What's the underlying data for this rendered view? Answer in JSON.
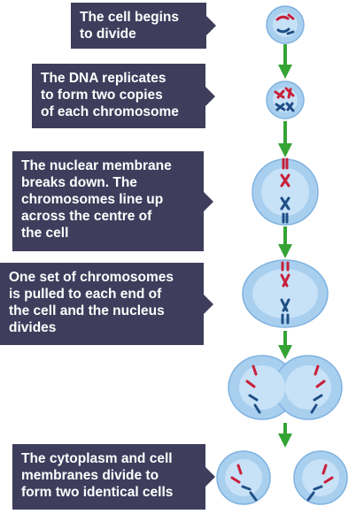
{
  "steps": [
    {
      "lines": [
        "The cell begins",
        "to divide"
      ]
    },
    {
      "lines": [
        "The DNA replicates",
        "to form two copies",
        "of each chromosome"
      ]
    },
    {
      "lines": [
        "The nuclear membrane",
        "breaks down. The",
        "chromosomes line up",
        "across the centre of",
        "the cell"
      ]
    },
    {
      "lines": [
        "One set of chromosomes",
        "is pulled to each end of",
        "the cell and the nucleus",
        "divides"
      ]
    },
    {
      "lines": [
        "The cytoplasm and cell",
        "membranes divide to",
        "form two identical cells"
      ]
    }
  ],
  "colors": {
    "box": "#3e3d5c",
    "box_text": "#ffffff",
    "arrow": "#35a435",
    "cell_fill": "#a9cfef",
    "cell_inner": "#c7e1f7",
    "cell_edge": "#7fb2e0",
    "chromosome_red": "#c8203a",
    "chromosome_blue": "#1f4f86"
  }
}
